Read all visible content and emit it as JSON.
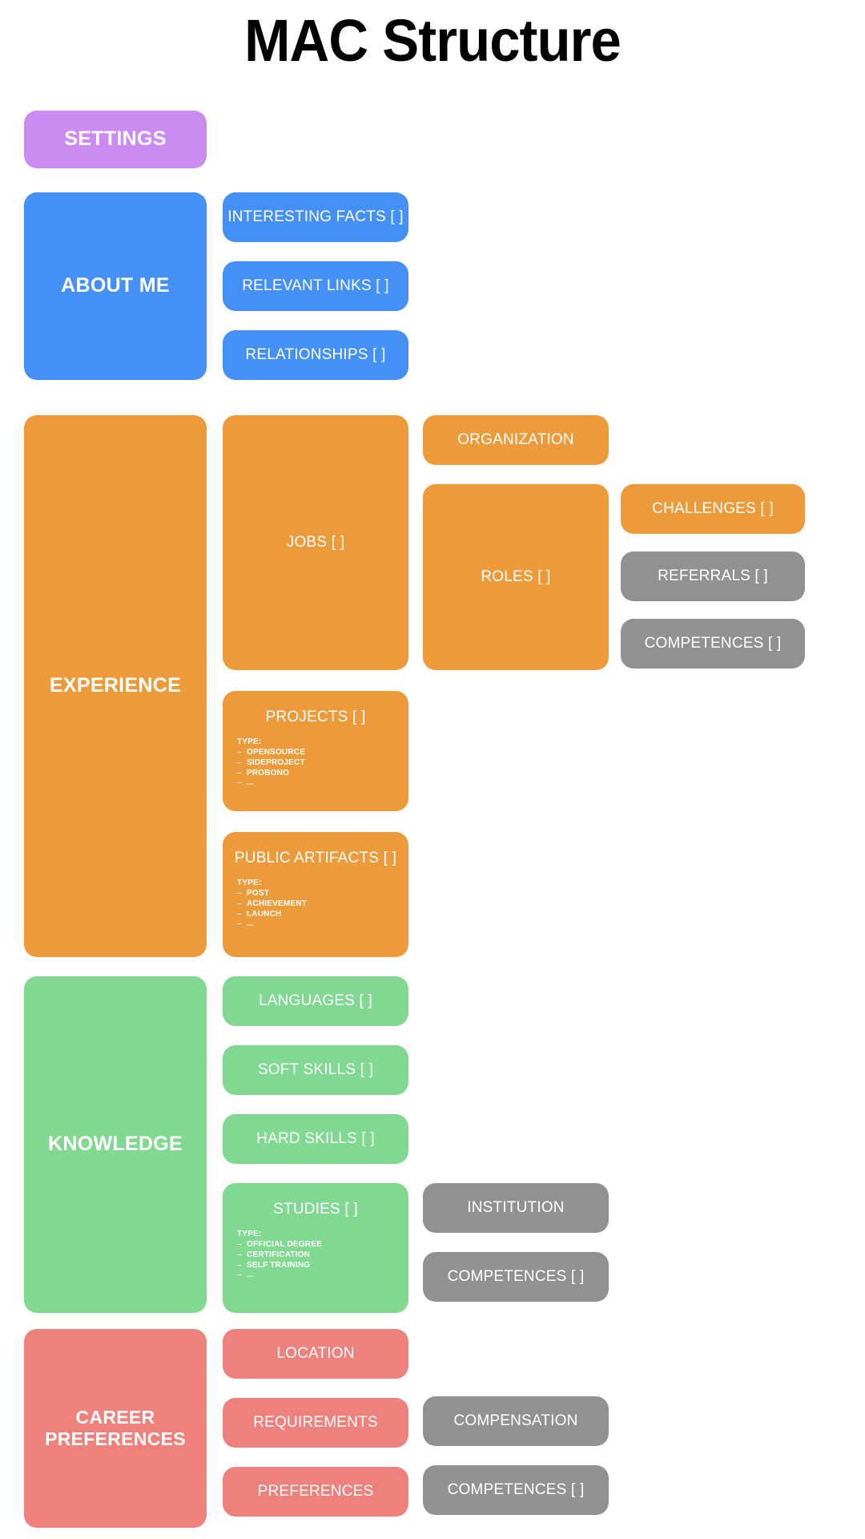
{
  "page": {
    "title": "MAC Structure",
    "background": "#ffffff"
  },
  "colors": {
    "purple": "#cb8bf2",
    "blue": "#4590f7",
    "orange": "#ed9b3a",
    "green": "#81d891",
    "salmon": "#ef817c",
    "gray": "#919191",
    "text_on_node": "#ffffff",
    "title_text": "#000000"
  },
  "sections": {
    "settings": {
      "label": "SETTINGS"
    },
    "about_me": {
      "label": "ABOUT ME",
      "children": [
        {
          "label": "INTERESTING FACTS [ ]"
        },
        {
          "label": "RELEVANT LINKS [ ]"
        },
        {
          "label": "RELATIONSHIPS [ ]"
        }
      ]
    },
    "experience": {
      "label": "EXPERIENCE",
      "jobs": {
        "label": "JOBS [ ]"
      },
      "organization": {
        "label": "ORGANIZATION"
      },
      "roles": {
        "label": "ROLES [ ]"
      },
      "challenges": {
        "label": "CHALLENGES [ ]"
      },
      "referrals": {
        "label": "REFERRALS [ ]"
      },
      "competences": {
        "label": "COMPETENCES [ ]"
      },
      "projects": {
        "label": "PROJECTS [ ]",
        "type_head": "TYPE:",
        "types": [
          "OPENSOURCE",
          "SIDEPROJECT",
          "PROBONO",
          "..."
        ]
      },
      "public_artifacts": {
        "label": "PUBLIC ARTIFACTS [ ]",
        "type_head": "TYPE:",
        "types": [
          "POST",
          "ACHIEVEMENT",
          "LAUNCH",
          "..."
        ]
      }
    },
    "knowledge": {
      "label": "KNOWLEDGE",
      "languages": {
        "label": "LANGUAGES [ ]"
      },
      "soft_skills": {
        "label": "SOFT SKILLS [ ]"
      },
      "hard_skills": {
        "label": "HARD SKILLS [ ]"
      },
      "studies": {
        "label": "STUDIES [ ]",
        "type_head": "TYPE:",
        "types": [
          "OFFICIAL DEGREE",
          "CERTIFICATION",
          "SELF TRAINING",
          "..."
        ]
      },
      "institution": {
        "label": "INSTITUTION"
      },
      "competences": {
        "label": "COMPETENCES [ ]"
      }
    },
    "career_preferences": {
      "label": "CAREER\nPREFERENCES",
      "label_line1": "CAREER",
      "label_line2": "PREFERENCES",
      "location": {
        "label": "LOCATION"
      },
      "requirements": {
        "label": "REQUIREMENTS"
      },
      "preferences": {
        "label": "PREFERENCES"
      },
      "compensation": {
        "label": "COMPENSATION"
      },
      "competences": {
        "label": "COMPETENCES [ ]"
      }
    }
  }
}
